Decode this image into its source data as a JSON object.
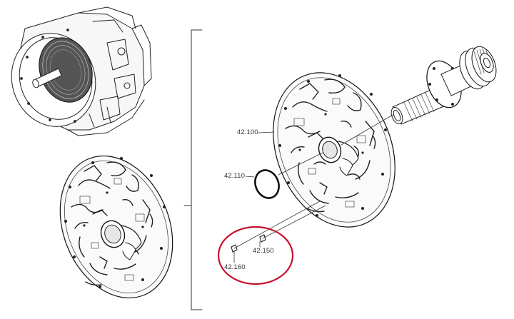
{
  "callouts": {
    "part_42100": "42.100",
    "part_42110": "42.110",
    "part_42150": "42.150",
    "part_42160": "42.160"
  },
  "colors": {
    "line": "#222222",
    "highlight": "#c8102e"
  },
  "icons": {
    "transmission": "transmission-assembly-icon",
    "plate_left": "pump-plate-icon",
    "plate_right": "pump-plate-exploded-icon",
    "shaft": "splined-shaft-icon",
    "oring": "o-ring-icon",
    "pins": "dowel-pin-icon"
  }
}
